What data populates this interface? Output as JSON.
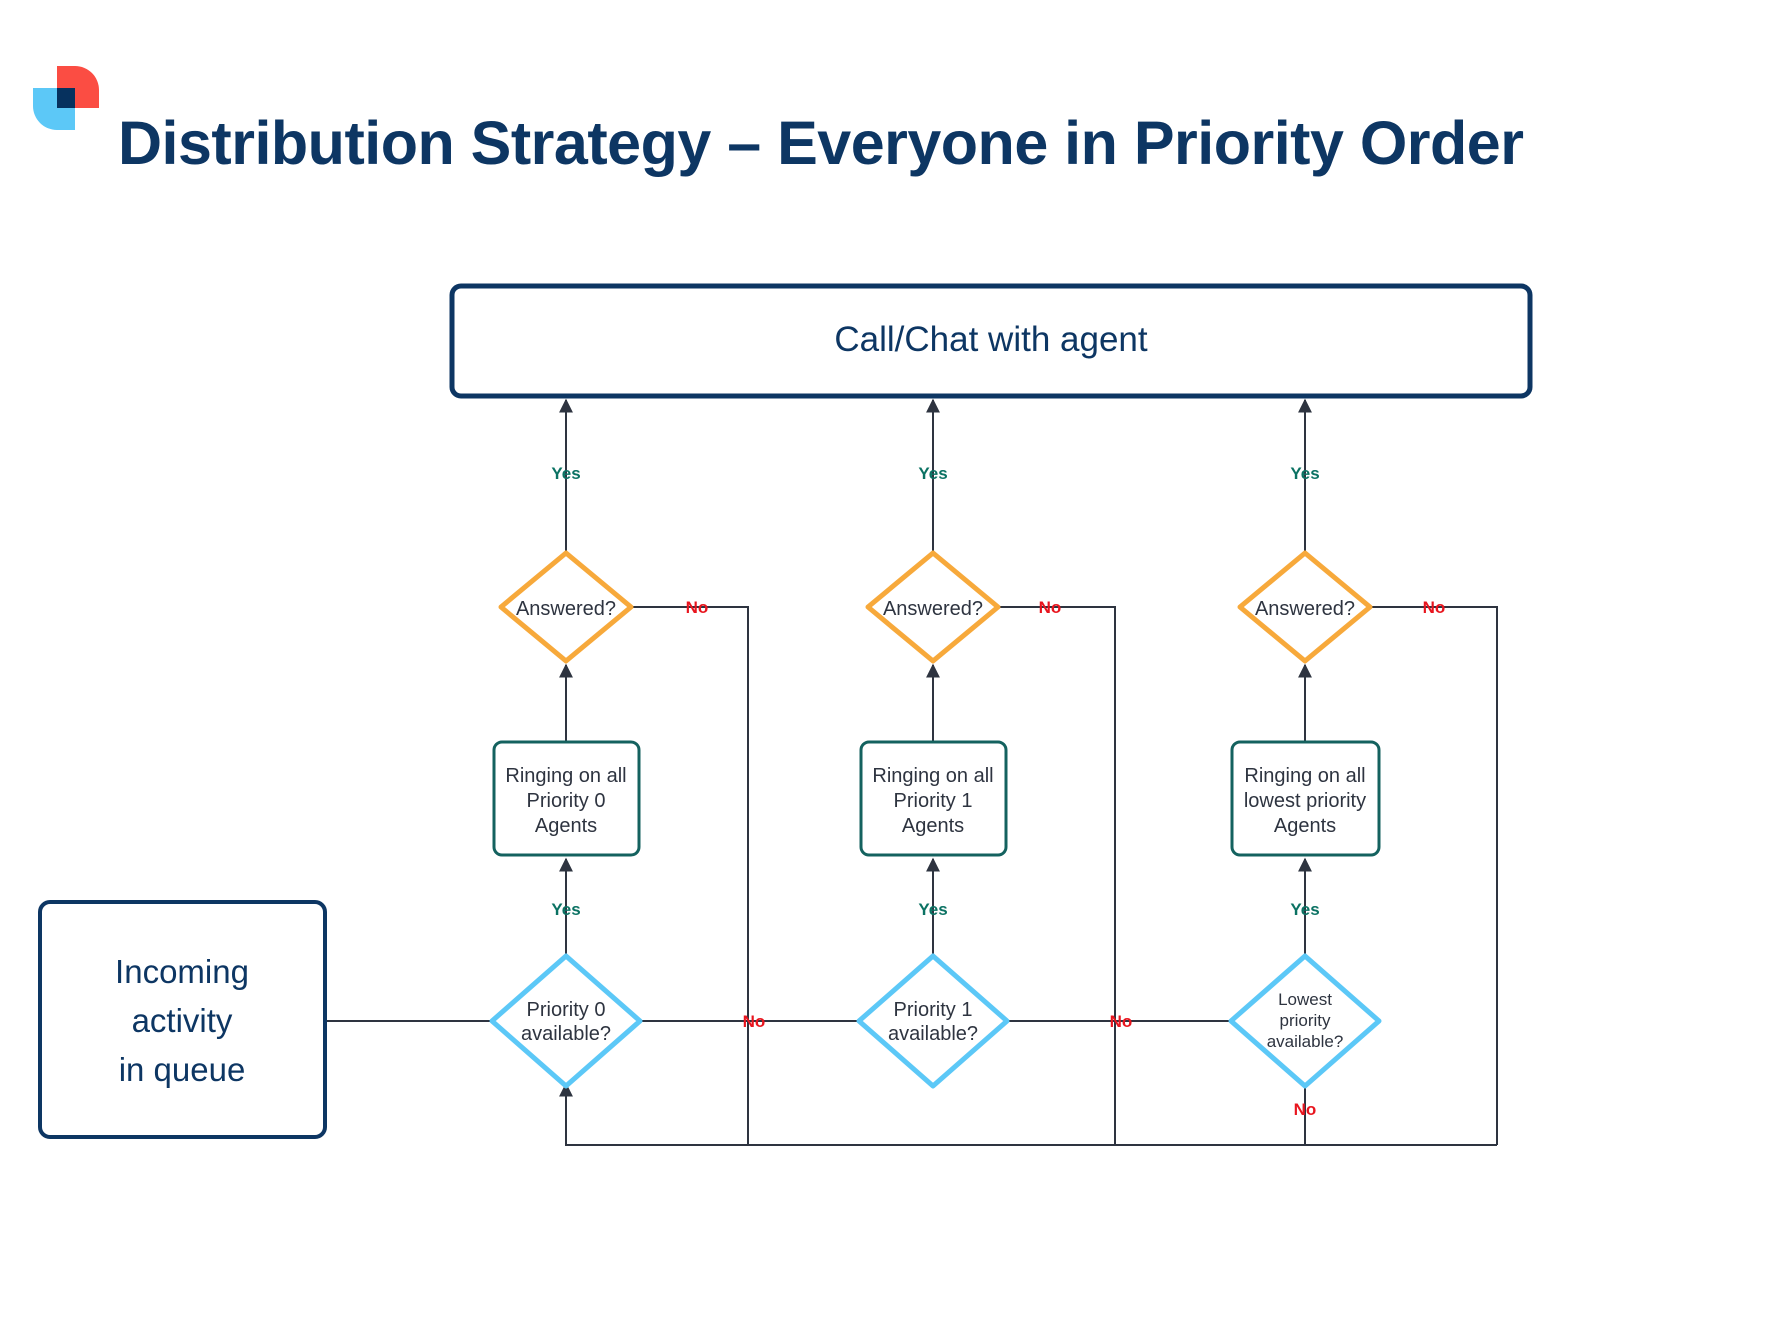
{
  "brand": {
    "logo_icon": "logo-icon",
    "colors": {
      "red": "#fb4d43",
      "light_blue": "#5cc8f7",
      "navy": "#0d3663",
      "orange": "#f7a93b",
      "teal": "#14625f",
      "diamond_blue": "#5cc8f7",
      "line": "#2e3440",
      "yes": "#0b7263",
      "no": "#e8151e"
    }
  },
  "header": {
    "title": "Distribution Strategy – Everyone in Priority Order"
  },
  "flow": {
    "terminal": {
      "label": "Call/Chat with agent"
    },
    "start": {
      "line1": "Incoming",
      "line2": "activity",
      "line3": "in queue"
    },
    "labels": {
      "yes": "Yes",
      "no": "No"
    },
    "columns": [
      {
        "id": "priority-0",
        "decision_available": {
          "line1": "Priority 0",
          "line2": "available?"
        },
        "ringing": {
          "line1": "Ringing on all",
          "line2": "Priority 0",
          "line3": "Agents"
        },
        "decision_answered": "Answered?",
        "yes_to_ringing": "Yes",
        "yes_to_terminal": "Yes",
        "no_from_available": "No",
        "no_from_answered": "No"
      },
      {
        "id": "priority-1",
        "decision_available": {
          "line1": "Priority 1",
          "line2": "available?"
        },
        "ringing": {
          "line1": "Ringing on all",
          "line2": "Priority 1",
          "line3": "Agents"
        },
        "decision_answered": "Answered?",
        "yes_to_ringing": "Yes",
        "yes_to_terminal": "Yes",
        "no_from_available": "No",
        "no_from_answered": "No"
      },
      {
        "id": "lowest-priority",
        "decision_available": {
          "line1": "Lowest",
          "line2": "priority",
          "line3": "available?"
        },
        "ringing": {
          "line1": "Ringing on all",
          "line2": "lowest priority",
          "line3": "Agents"
        },
        "decision_answered": "Answered?",
        "yes_to_ringing": "Yes",
        "yes_to_terminal": "Yes",
        "no_from_available": "No",
        "no_from_answered": "No"
      }
    ]
  }
}
